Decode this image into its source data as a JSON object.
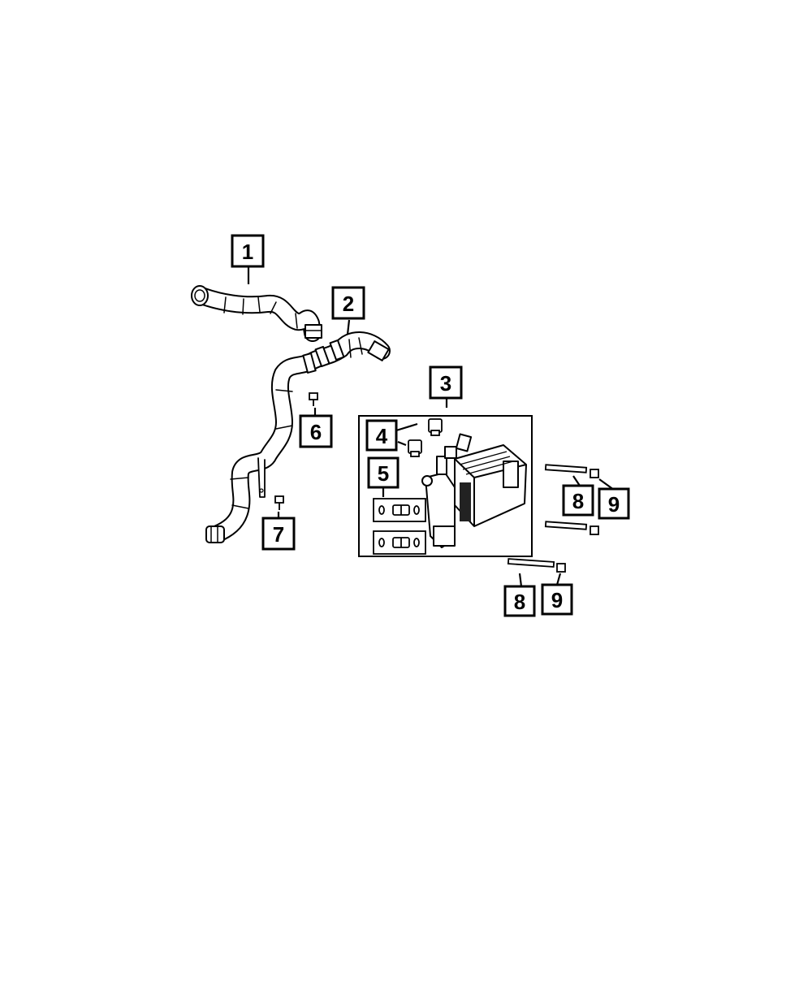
{
  "diagram": {
    "callouts": [
      {
        "id": "c1",
        "label": "1"
      },
      {
        "id": "c2",
        "label": "2"
      },
      {
        "id": "c3",
        "label": "3"
      },
      {
        "id": "c4",
        "label": "4"
      },
      {
        "id": "c5",
        "label": "5"
      },
      {
        "id": "c6",
        "label": "6"
      },
      {
        "id": "c7",
        "label": "7"
      },
      {
        "id": "c8a",
        "label": "8"
      },
      {
        "id": "c9a",
        "label": "9"
      },
      {
        "id": "c8b",
        "label": "8"
      },
      {
        "id": "c9b",
        "label": "9"
      }
    ]
  }
}
